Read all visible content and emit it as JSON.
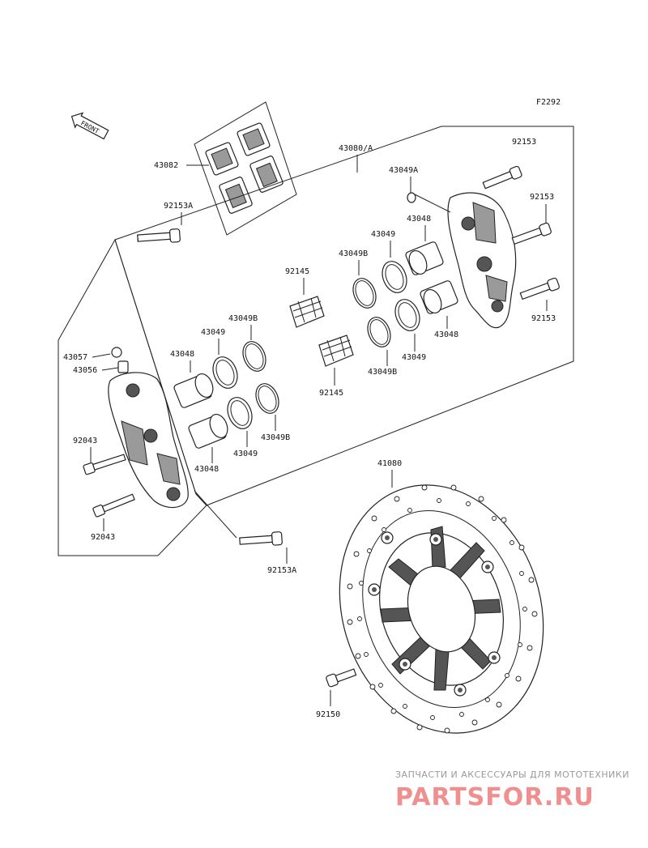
{
  "figure_code": "F2292",
  "front_label": "FRONT",
  "part_numbers": {
    "p43082": "43082",
    "p92153A_top": "92153A",
    "p43080A": "43080/A",
    "p92153_a": "92153",
    "p43049A": "43049A",
    "p92153_b": "92153",
    "p43048_r1": "43048",
    "p43049_r1": "43049",
    "p43049B_r1": "43049B",
    "p92145_top": "92145",
    "p92153_c": "92153",
    "p43048_r2": "43048",
    "p43049_r2": "43049",
    "p43049B_r2": "43049B",
    "p92145_bot": "92145",
    "p43049B_l1": "43049B",
    "p43049_l1": "43049",
    "p43057": "43057",
    "p43048_l1": "43048",
    "p43056": "43056",
    "p92043_top": "92043",
    "p43049B_l2": "43049B",
    "p43049_l2": "43049",
    "p43048_l2": "43048",
    "p41080": "41080",
    "p92043_bot": "92043",
    "p92153A_bot": "92153A",
    "p92150": "92150"
  },
  "watermark": {
    "subtitle": "ЗАПЧАСТИ И АКСЕССУАРЫ ДЛЯ МОТОТЕХНИКИ",
    "logo": "PARTSFOR.RU",
    "logo_color": "#ef8f8f"
  }
}
